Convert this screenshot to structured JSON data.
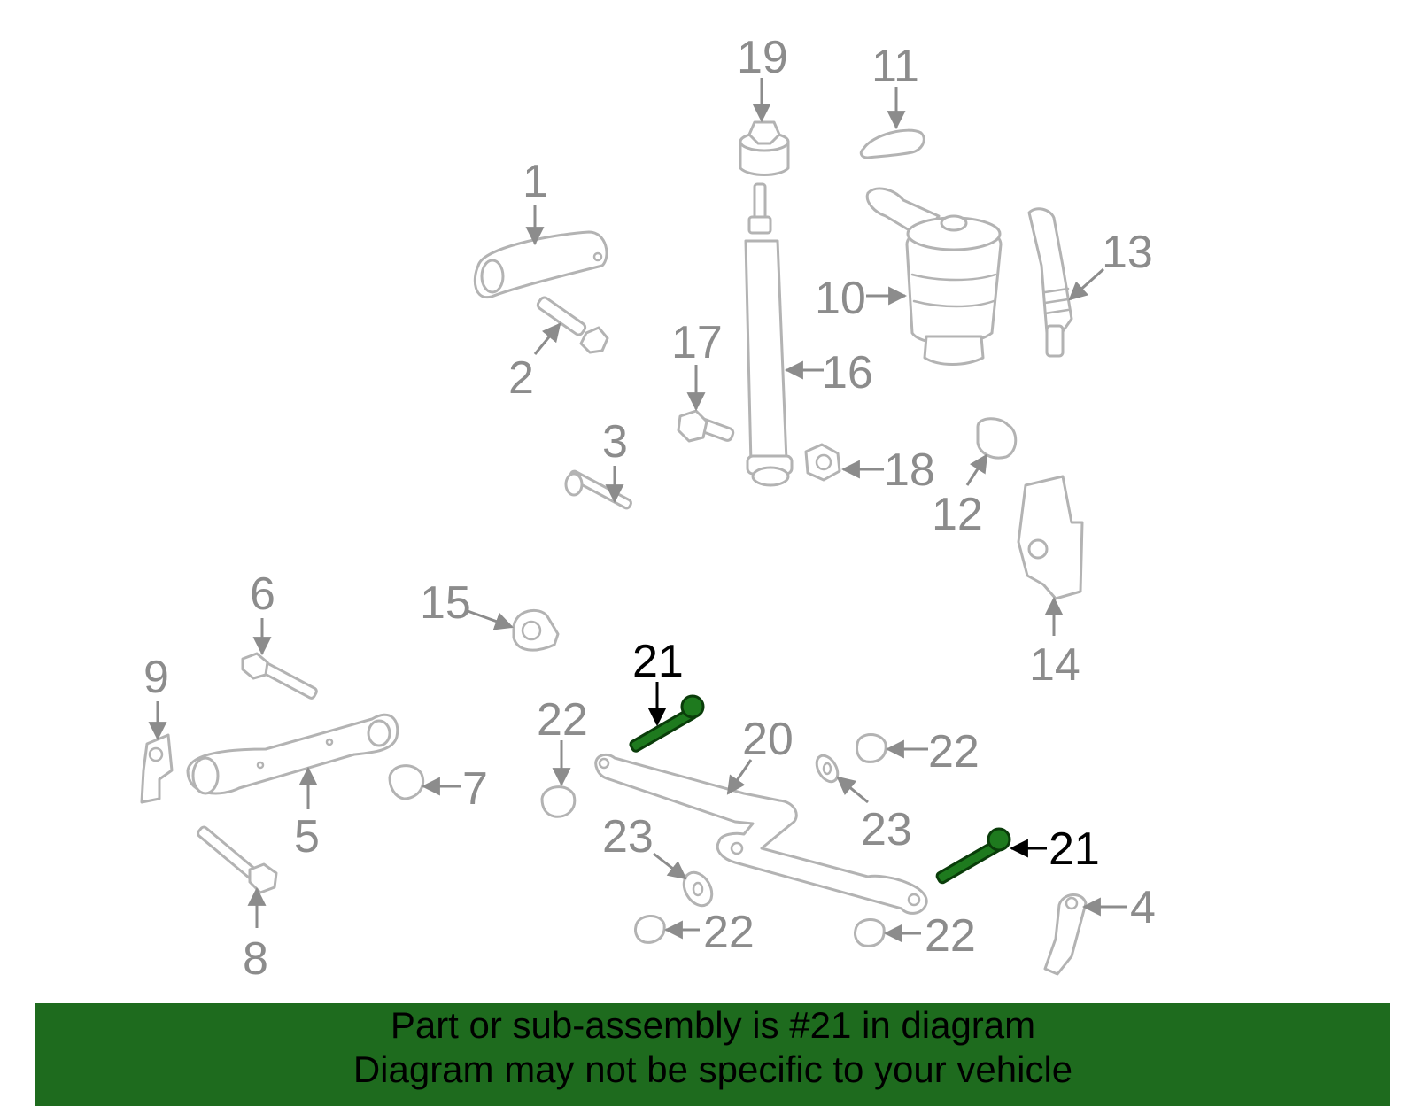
{
  "labels": {
    "p1": "1",
    "p2": "2",
    "p3": "3",
    "p4": "4",
    "p5": "5",
    "p6": "6",
    "p7": "7",
    "p8": "8",
    "p9": "9",
    "p10": "10",
    "p11": "11",
    "p12": "12",
    "p13": "13",
    "p14": "14",
    "p15": "15",
    "p16": "16",
    "p17": "17",
    "p18": "18",
    "p19": "19",
    "p20": "20",
    "p21": "21",
    "p22": "22",
    "p23": "23"
  },
  "highlight_color": "#1e7a1e",
  "banner": {
    "line1": "Part or sub-assembly is #21 in diagram",
    "line2": "Diagram may not be specific to your vehicle",
    "background": "#1e6b1e"
  }
}
